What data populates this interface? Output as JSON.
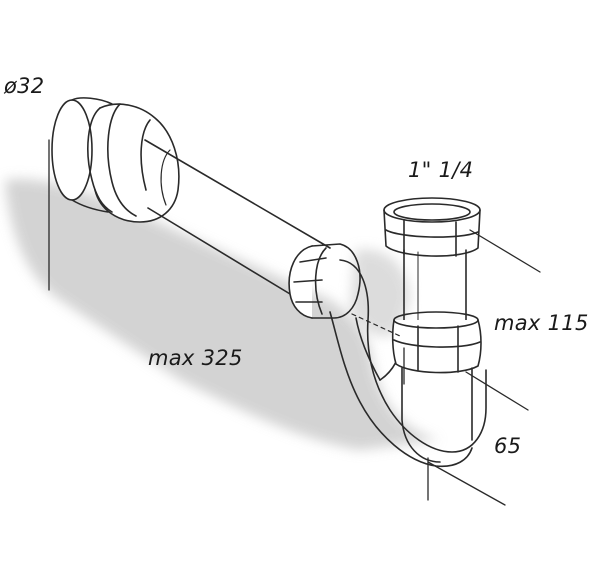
{
  "diagram": {
    "labels": {
      "pipe_diameter": "ø32",
      "thread_size": "1\" 1/4",
      "height_max": "max 115",
      "length_max": "max 325",
      "depth": "65"
    },
    "colors": {
      "ink": "#2a2a2a",
      "shadow": "#c9c9c9",
      "paper": "#ffffff"
    }
  }
}
